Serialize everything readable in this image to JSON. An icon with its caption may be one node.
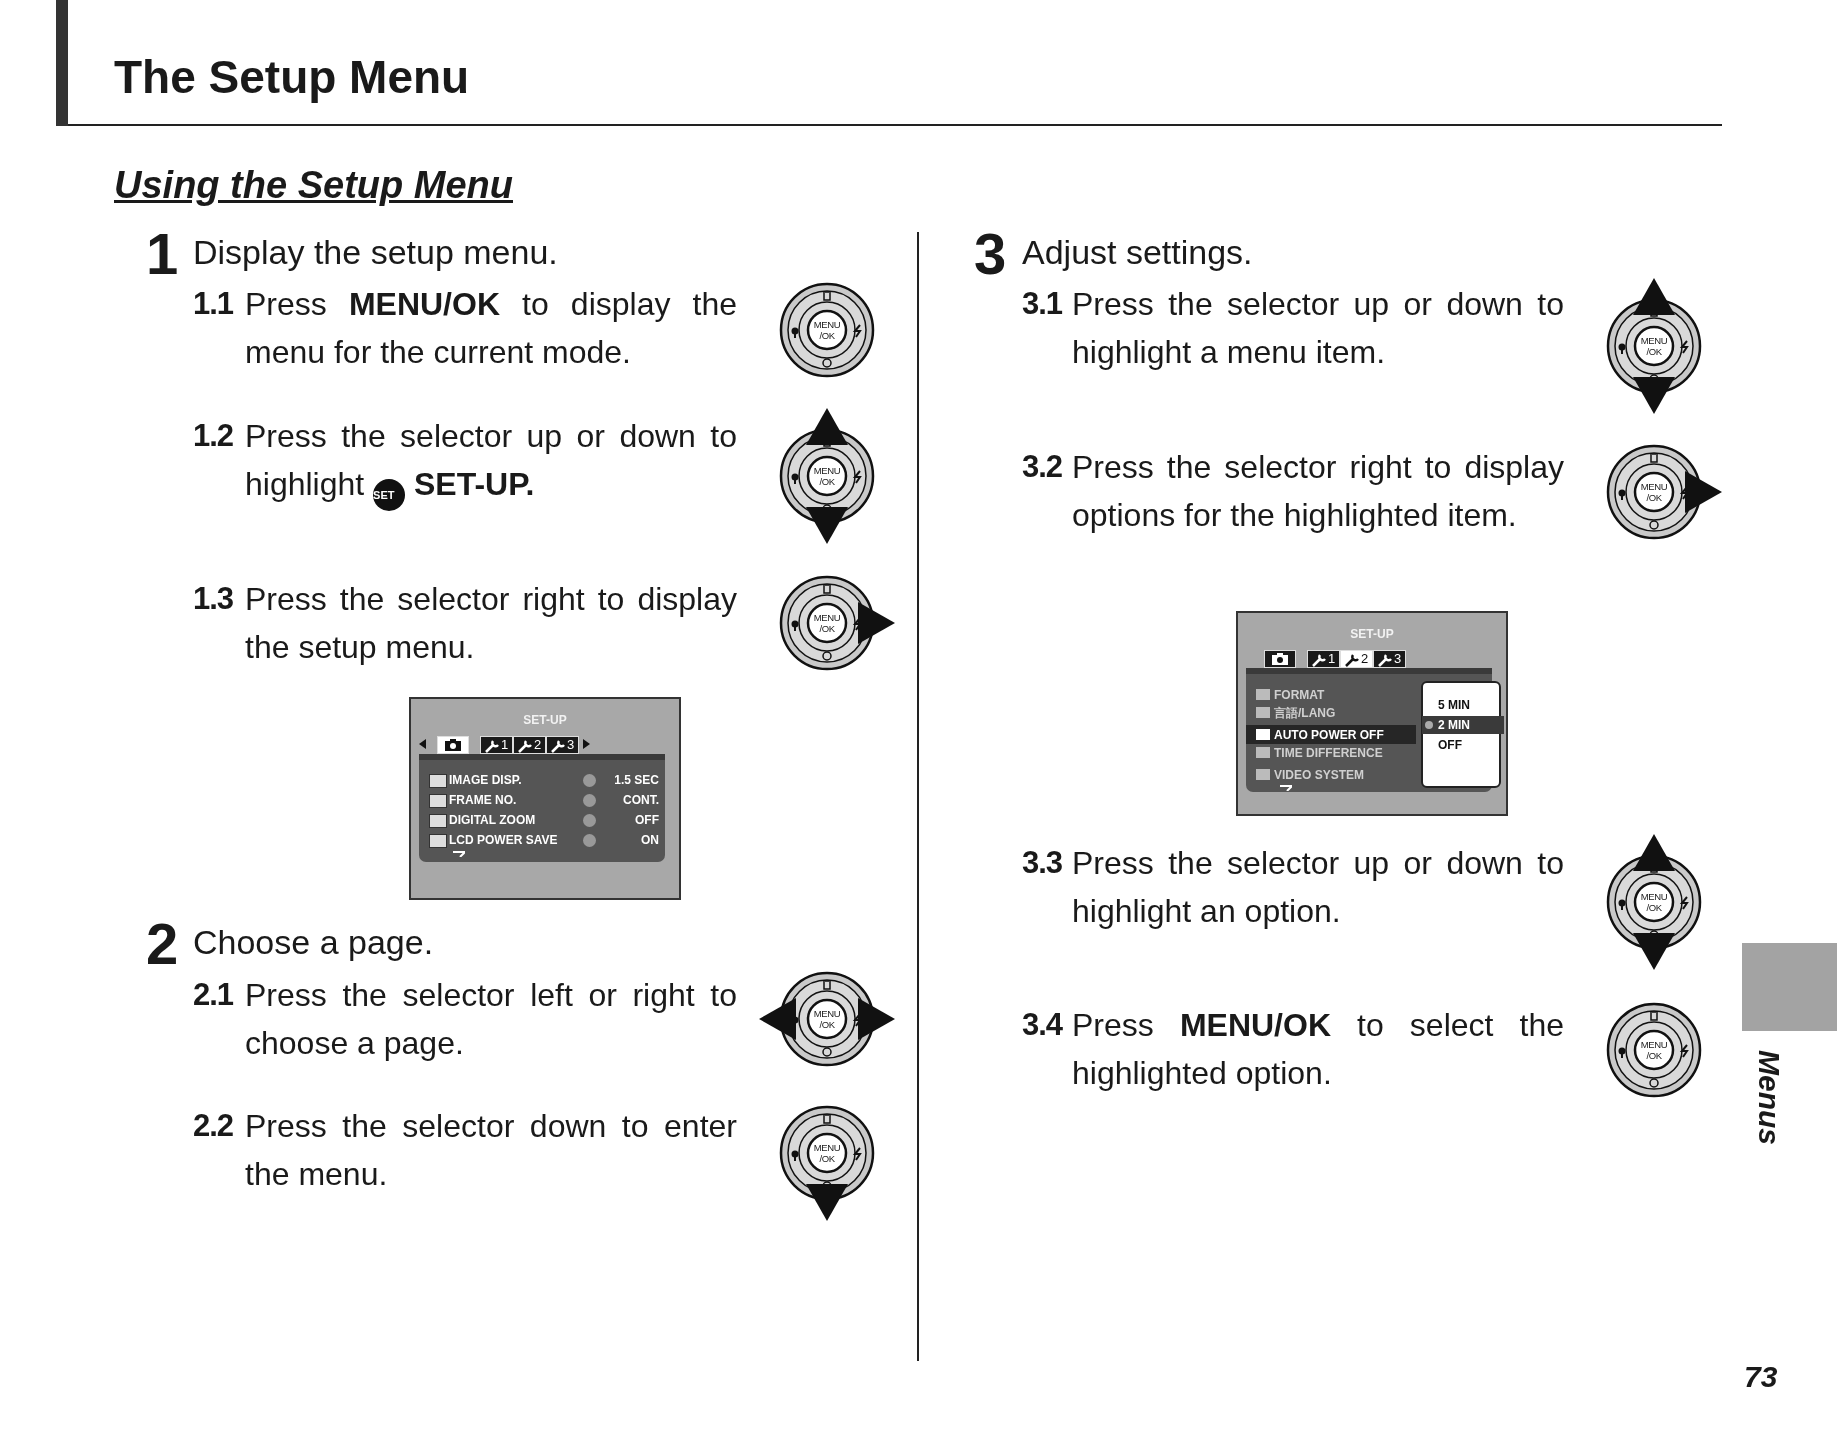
{
  "diagram": {
    "title": "The Setup Menu",
    "nodes": [
      {
        "text": [],
        "shape": "box"
      }
    ],
    "labels": [
      "Using the Setup Menu",
      "1",
      "Display the setup menu.",
      "1.1",
      "Press **MENU/OK** to display the menu for the current mode.",
      "MENU /OK",
      "1.2",
      "Press the selector up or down to highlight",
      "SET",
      "SET-UP.",
      "MENU /OK",
      "1.3",
      "Press the selector right to display the setup menu.",
      "MENU /OK",
      "SET-UP",
      "1",
      "2",
      "3",
      "IMAGE DISP.",
      "1.5 SEC",
      "FRAME NO.",
      "CONT.",
      "DIGITAL ZOOM",
      "OFF",
      "LCD POWER SAVE",
      "ON",
      "2",
      "Choose a page.",
      "2.1",
      "Press the selector left or right to choose a page.",
      "MENU /OK",
      "2.2",
      "Press the selector down to enter the menu.",
      "MENU /OK",
      "3",
      "Adjust settings.",
      "3.1",
      "Press the selector up or down to highlight a menu item.",
      "MENU /OK",
      "3.2",
      "Press the selector right to display options for the highlighted item.",
      "MENU /OK",
      "SET-UP",
      "1",
      "2",
      "3",
      "FORMAT",
      "言語/LANG",
      "AUTO POWER OFF",
      "TIME DIFFERENCE",
      "VIDEO SYSTEM",
      "5 MIN",
      "2 MIN",
      "OFF",
      "3.3",
      "Press the selector up or down to highlight an option.",
      "MENU /OK",
      "3.4",
      "Press **MENU/OK** to select the highlighted option.",
      "MENU /OK",
      "Menus",
      "73"
    ]
  }
}
